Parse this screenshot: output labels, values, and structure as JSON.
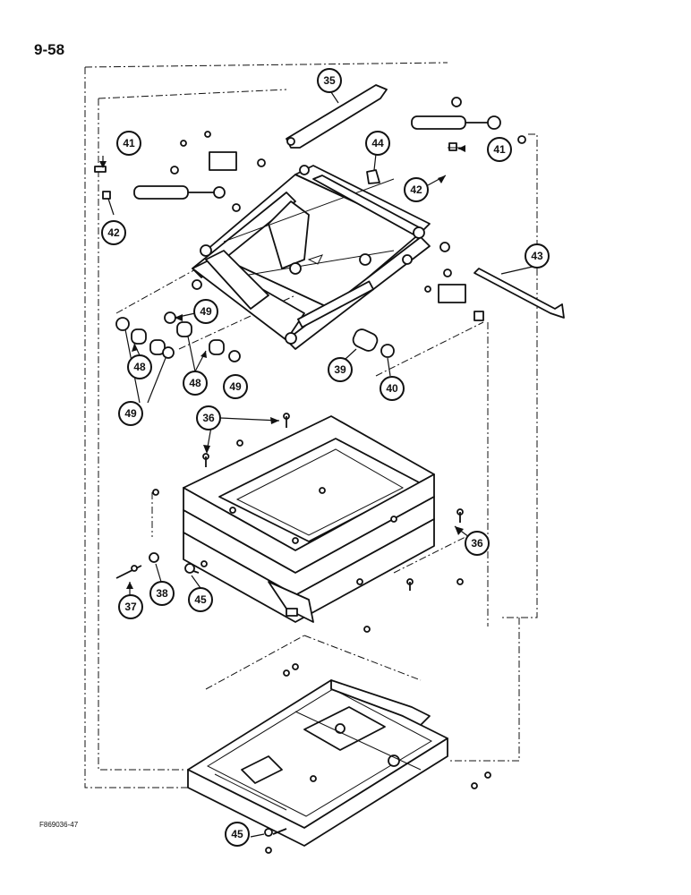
{
  "page": {
    "page_number": "9-58",
    "figure_code": "F869036-47"
  },
  "callouts": {
    "c35": "35",
    "c36a": "36",
    "c36b": "36",
    "c37": "37",
    "c38": "38",
    "c39": "39",
    "c40": "40",
    "c41a": "41",
    "c41b": "41",
    "c42a": "42",
    "c42b": "42",
    "c43": "43",
    "c44": "44",
    "c45a": "45",
    "c45b": "45",
    "c48a": "48",
    "c48b": "48",
    "c49a": "49",
    "c49b": "49",
    "c49c": "49"
  }
}
